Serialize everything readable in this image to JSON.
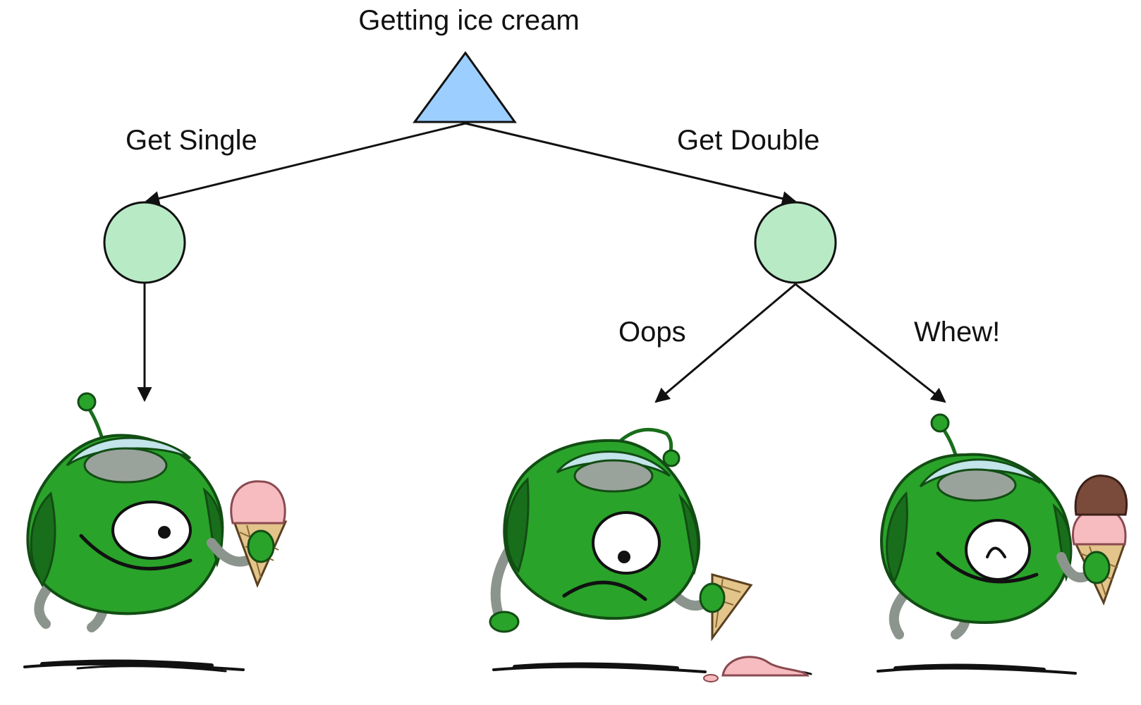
{
  "title": "Getting ice cream",
  "root": {
    "shape": "triangle",
    "fill": "#9ccfff",
    "stroke": "#111111"
  },
  "chance_nodes": [
    {
      "id": "single",
      "fill": "#b8eac6",
      "stroke": "#111111"
    },
    {
      "id": "double",
      "fill": "#b8eac6",
      "stroke": "#111111"
    }
  ],
  "edges": [
    {
      "label": "Get Single"
    },
    {
      "label": "Get Double"
    },
    {
      "label": ""
    },
    {
      "label": "Oops"
    },
    {
      "label": "Whew!"
    }
  ],
  "outcomes": [
    {
      "id": "single-cone",
      "mood": "happy",
      "ice_cream": [
        "pink"
      ]
    },
    {
      "id": "dropped-cone",
      "mood": "sad",
      "ice_cream": []
    },
    {
      "id": "double-cone",
      "mood": "happy",
      "ice_cream": [
        "pink",
        "chocolate"
      ]
    }
  ],
  "colors": {
    "robot_body": "#2aa32a",
    "robot_dark": "#196e1c",
    "robot_visor": "#c3e4ea",
    "robot_grey": "#9aa39b",
    "cone": "#e3c48a",
    "scoop_pink": "#f6bcc0",
    "scoop_chocolate": "#7a4a3a"
  }
}
